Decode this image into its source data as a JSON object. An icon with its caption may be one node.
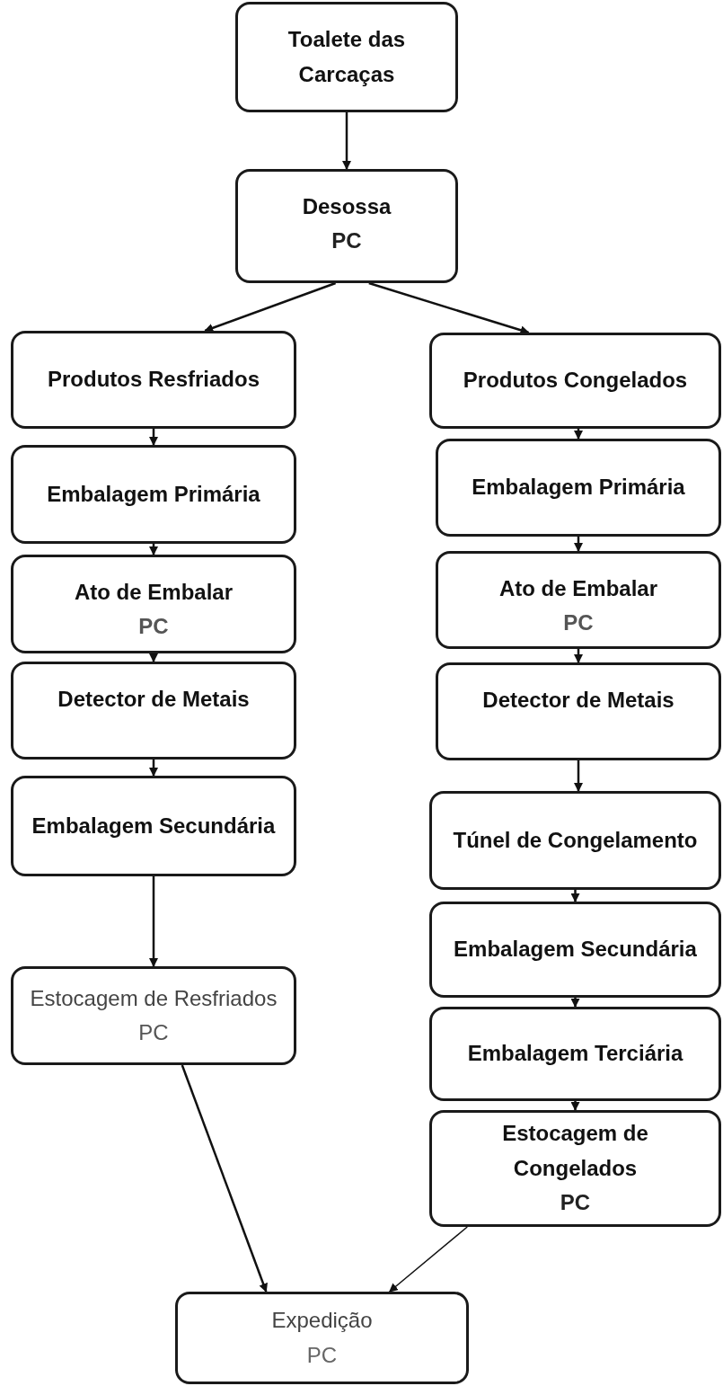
{
  "diagram": {
    "nodes": [
      {
        "text": [
          "Toalete das Carcaças"
        ]
      },
      {
        "text": [
          "Desossa",
          "PC"
        ]
      },
      {
        "text": [
          "Produtos Resfriados"
        ]
      },
      {
        "text": [
          "Embalagem Primária"
        ]
      },
      {
        "text": [
          "Ato de Embalar",
          "PC"
        ]
      },
      {
        "text": [
          "Detector de Metais"
        ]
      },
      {
        "text": [
          "Embalagem Secundária"
        ]
      },
      {
        "text": [
          "Estocagem de Resfriados",
          "PC"
        ]
      },
      {
        "text": [
          "Produtos Congelados"
        ]
      },
      {
        "text": [
          "Embalagem Primária"
        ]
      },
      {
        "text": [
          "Ato de Embalar",
          "PC"
        ]
      },
      {
        "text": [
          "Detector de Metais"
        ]
      },
      {
        "text": [
          "Túnel de Congelamento"
        ]
      },
      {
        "text": [
          "Embalagem Secundária"
        ]
      },
      {
        "text": [
          "Embalagem Terciária"
        ]
      },
      {
        "text": [
          "Estocagem de Congelados",
          "PC"
        ]
      },
      {
        "text": [
          "Expedição",
          "PC"
        ]
      }
    ],
    "edges": [
      {
        "from": 0,
        "to": 1,
        "arrow": "to"
      },
      {
        "from": 1,
        "to": 2,
        "arrow": "to"
      },
      {
        "from": 1,
        "to": 8,
        "arrow": "to"
      },
      {
        "from": 2,
        "to": 3,
        "arrow": "to"
      },
      {
        "from": 3,
        "to": 4,
        "arrow": "to"
      },
      {
        "from": 4,
        "to": 5,
        "arrow": "to"
      },
      {
        "from": 5,
        "to": 6,
        "arrow": "to"
      },
      {
        "from": 6,
        "to": 7,
        "arrow": "to"
      },
      {
        "from": 7,
        "to": 16,
        "arrow": "to"
      },
      {
        "from": 8,
        "to": 9,
        "arrow": "to"
      },
      {
        "from": 9,
        "to": 10,
        "arrow": "to"
      },
      {
        "from": 10,
        "to": 11,
        "arrow": "to"
      },
      {
        "from": 11,
        "to": 12,
        "arrow": "to"
      },
      {
        "from": 12,
        "to": 13,
        "arrow": "to"
      },
      {
        "from": 13,
        "to": 14,
        "arrow": "to"
      },
      {
        "from": 14,
        "to": 15,
        "arrow": "to"
      },
      {
        "from": 15,
        "to": 16,
        "arrow": "to"
      }
    ]
  }
}
